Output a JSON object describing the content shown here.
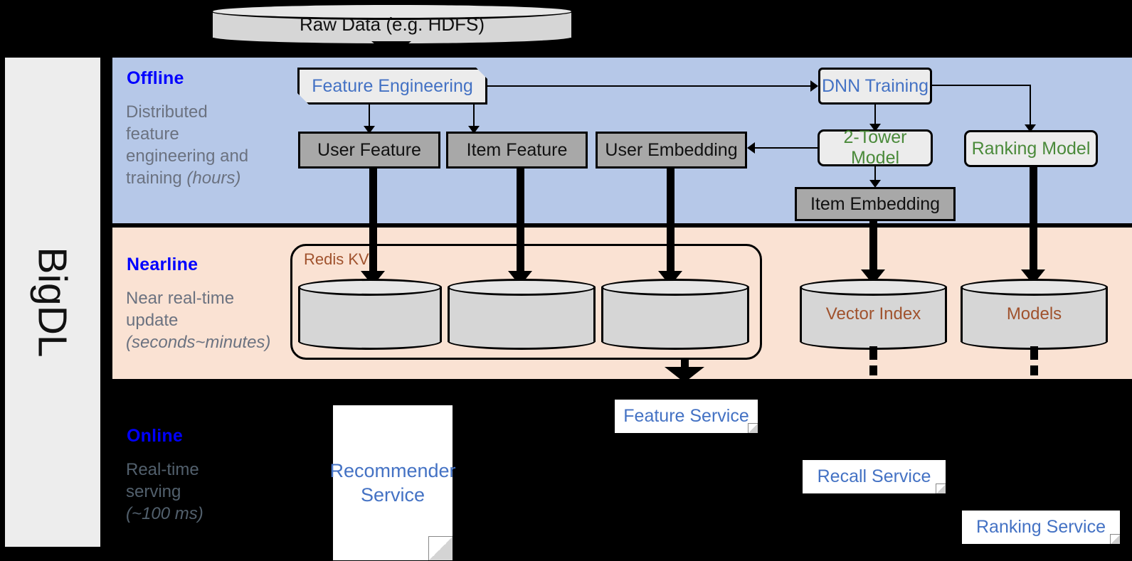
{
  "framework": {
    "name": "BigDL"
  },
  "top_source": {
    "label": "Raw Data (e.g. HDFS)"
  },
  "bands": [
    {
      "id": "offline",
      "title": "Offline",
      "description_line1": "Distributed",
      "description_line2": "feature",
      "description_line3": "engineering and",
      "description_line4": "training ",
      "description_italic": "(hours)",
      "background": "#b6c8e8"
    },
    {
      "id": "nearline",
      "title": "Nearline",
      "description_line1": "Near real-time",
      "description_line2": "update",
      "description_italic": "(seconds~minutes)",
      "background": "#fae2d3"
    },
    {
      "id": "online",
      "title": "Online",
      "description_line1": "Real-time",
      "description_line2": "serving",
      "description_italic": "(~100 ms)",
      "background": "#000000"
    }
  ],
  "offline": {
    "feature_engineering": "Feature Engineering",
    "dnn_training": "DNN Training",
    "user_feature": "User Feature",
    "item_feature": "Item Feature",
    "user_embedding": "User Embedding",
    "two_tower_model": "2-Tower Model",
    "ranking_model": "Ranking Model",
    "item_embedding": "Item Embedding"
  },
  "nearline": {
    "redis_group_label": "Redis KV",
    "store_1": "",
    "store_2": "",
    "store_3": "",
    "vector_index": "Vector Index",
    "models": "Models"
  },
  "online": {
    "recommender_service_line1": "Recommender",
    "recommender_service_line2": "Service",
    "feature_service": "Feature Service",
    "recall_service": "Recall Service",
    "ranking_service": "Ranking Service"
  },
  "colors": {
    "band_offline": "#b6c8e8",
    "band_nearline": "#fae2d3",
    "band_online": "#000000",
    "band_title_blue": "#0000ff",
    "process_blue": "#4472c4",
    "model_green": "#4a8a3a",
    "storage_brown": "#a0522d",
    "grey_box": "#a8a8a8",
    "rail_grey": "#ededed"
  }
}
